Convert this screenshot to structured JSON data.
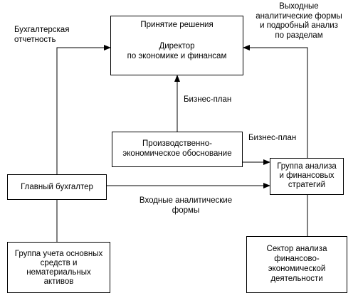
{
  "boxes": {
    "decision": {
      "title": "Принятие решения",
      "line1": "Директор",
      "line2": "по экономике и финансам"
    },
    "production": {
      "line1": "Производственно-",
      "line2": "экономическое обоснование"
    },
    "chief_accountant": {
      "label": "Главный бухгалтер"
    },
    "analysis_group": {
      "line1": "Группа анализа",
      "line2": "и финансовых",
      "line3": "стратегий"
    },
    "fixed_assets_group": {
      "line1": "Группа учета основных",
      "line2": "средств и",
      "line3": "нематериальных",
      "line4": "активов"
    },
    "sector": {
      "line1": "Сектор анализа",
      "line2": "финансово-",
      "line3": "экономической",
      "line4": "деятельности"
    }
  },
  "labels": {
    "accounting_reports": {
      "line1": "Бухгалтерская",
      "line2": "отчетность"
    },
    "output_forms": {
      "line1": "Выходные",
      "line2": "аналитические формы",
      "line3": "и подробный анализ",
      "line4": "по разделам"
    },
    "business_plan_left": "Бизнес-план",
    "business_plan_right": "Бизнес-план",
    "input_forms": {
      "line1": "Входные аналитические",
      "line2": "формы"
    }
  }
}
